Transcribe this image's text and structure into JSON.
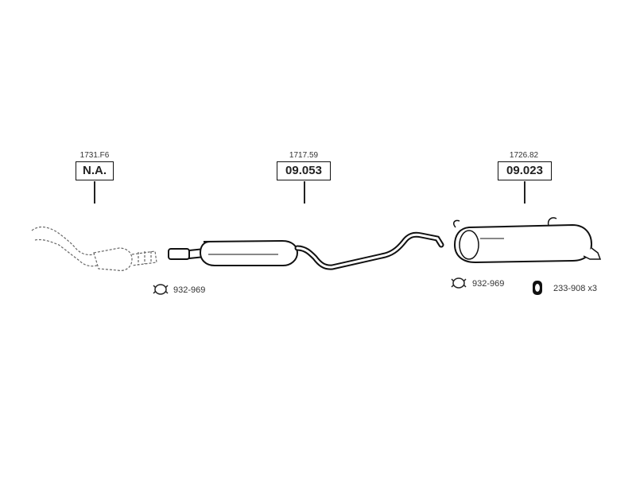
{
  "parts": [
    {
      "ref": "1731.F6",
      "code": "N.A."
    },
    {
      "ref": "1717.59",
      "code": "09.053"
    },
    {
      "ref": "1726.82",
      "code": "09.023"
    }
  ],
  "accessories": [
    {
      "label": "932-969",
      "icon": "clamp-icon"
    },
    {
      "label": "932-969",
      "icon": "clamp-icon"
    },
    {
      "label": "233-908 x3",
      "icon": "rubber-hanger-icon"
    }
  ]
}
